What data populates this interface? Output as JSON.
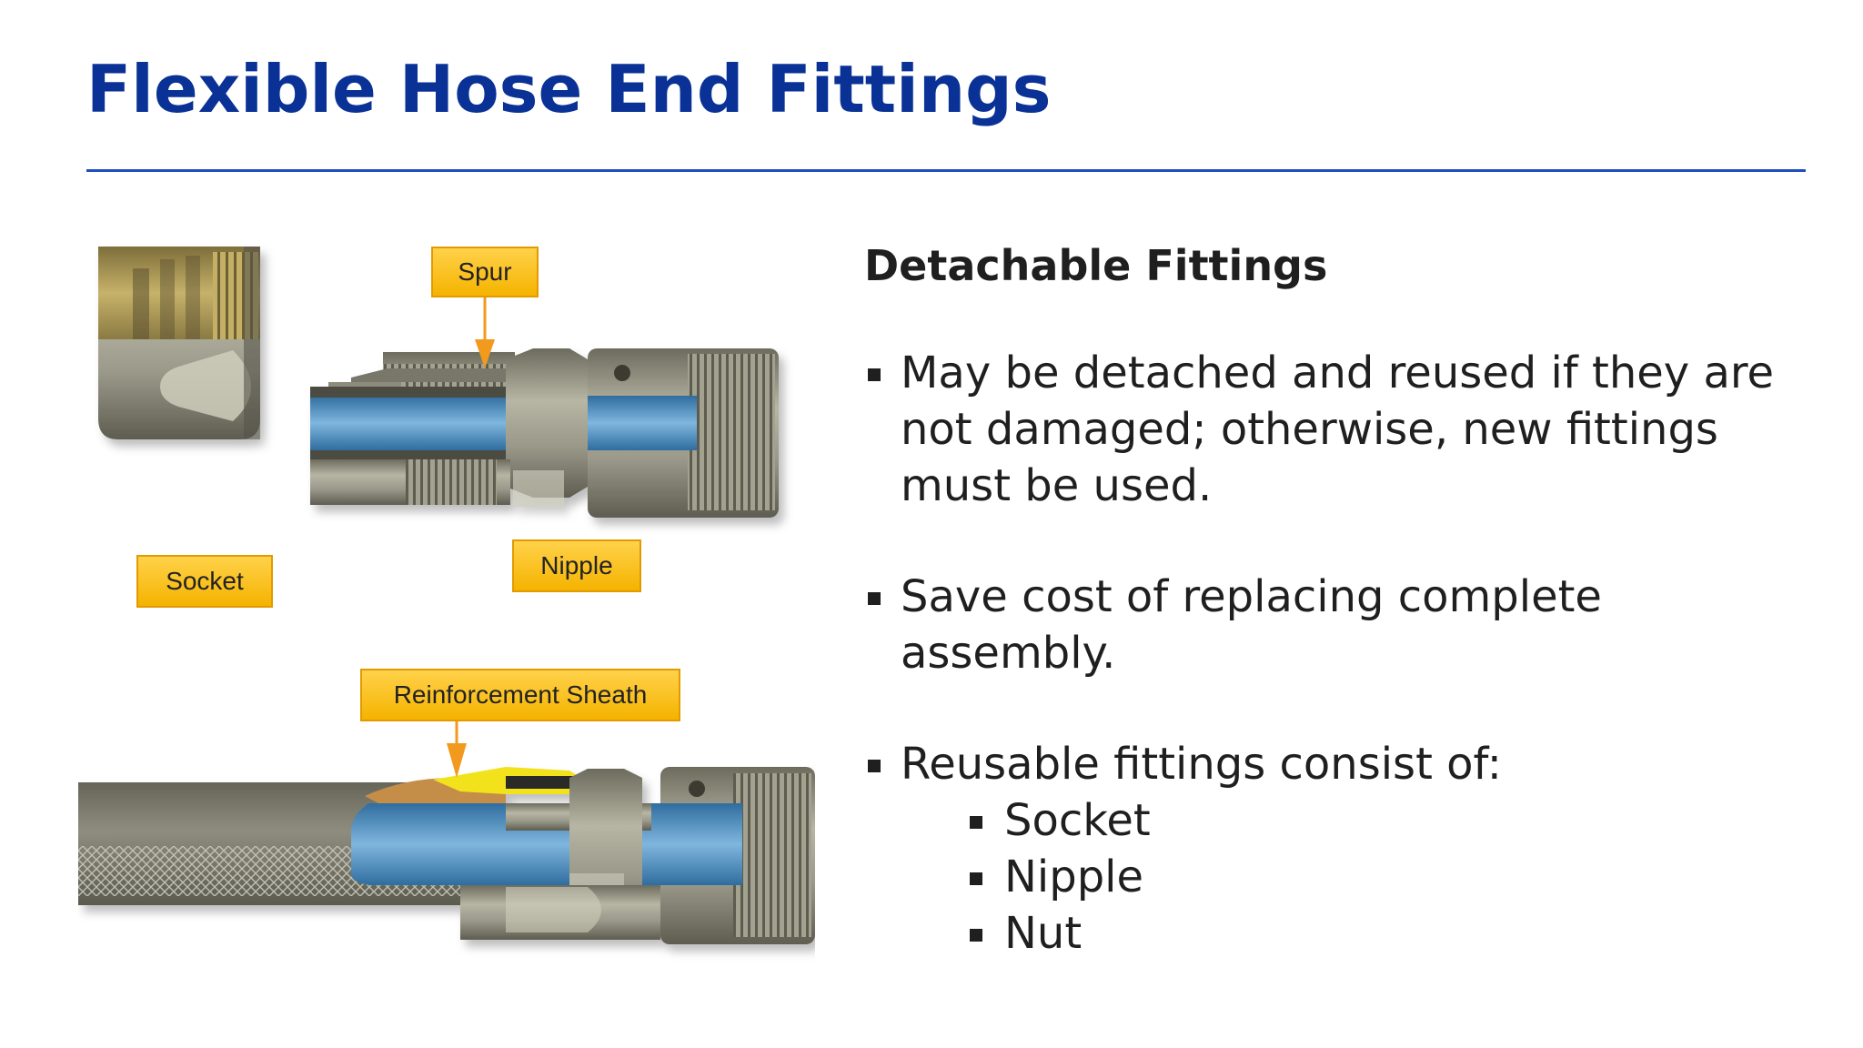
{
  "slide": {
    "title": "Flexible Hose End Fittings"
  },
  "diagram": {
    "labels": {
      "spur": "Spur",
      "socket": "Socket",
      "nipple": "Nipple",
      "sheath": "Reinforcement Sheath"
    },
    "colors": {
      "callout_fill": "#f7bb1a",
      "arrow": "#f29a1d",
      "metal": "#8a8a78",
      "brass": "#b8a25a",
      "hose_bore": "#4a8fc4",
      "sheath": "#f2e21a"
    }
  },
  "content": {
    "heading": "Detachable Fittings",
    "bullets": [
      "May be detached and reused if they are not damaged; otherwise, new fittings must be used.",
      "Save cost of replacing complete assembly.",
      "Reusable fittings consist of:"
    ],
    "sub_bullets": [
      "Socket",
      "Nipple",
      "Nut"
    ]
  }
}
